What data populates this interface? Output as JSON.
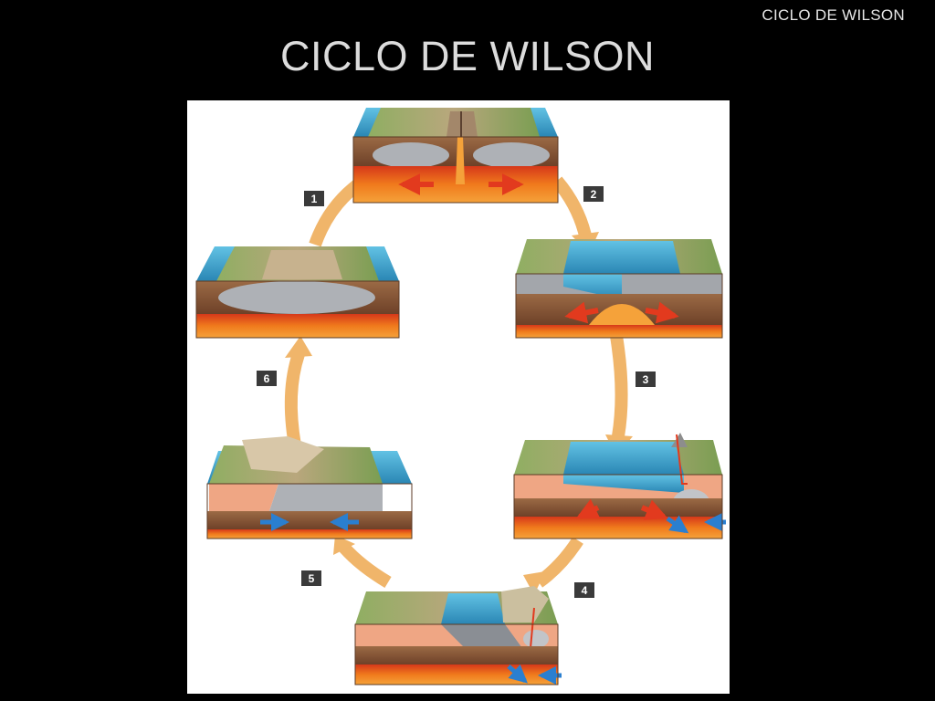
{
  "header": {
    "label": "CICLO DE WILSON"
  },
  "slide": {
    "title": "CICLO DE WILSON"
  },
  "diagram": {
    "steps": [
      {
        "label": "1"
      },
      {
        "label": "2"
      },
      {
        "label": "3"
      },
      {
        "label": "4"
      },
      {
        "label": "5"
      },
      {
        "label": "6"
      }
    ],
    "stages": [
      {
        "name": "continental-rifting",
        "icon": "rift-block-icon"
      },
      {
        "name": "young-ocean-basin",
        "icon": "ocean-basin-block-icon"
      },
      {
        "name": "subduction-begins",
        "icon": "subduction-block-icon"
      },
      {
        "name": "ocean-closing",
        "icon": "closing-ocean-block-icon"
      },
      {
        "name": "continental-collision",
        "icon": "collision-block-icon"
      },
      {
        "name": "stable-continent",
        "icon": "continent-block-icon"
      }
    ],
    "colors": {
      "cycle_arrow": "#f0b56a",
      "step_box": "#3a3a3a",
      "ocean": "#3aa2c8",
      "crust": "#8a5a3c",
      "mantle": "#e44a10",
      "magma_arrow": "#e23a1e",
      "plate_arrow": "#2a7fd0"
    }
  }
}
